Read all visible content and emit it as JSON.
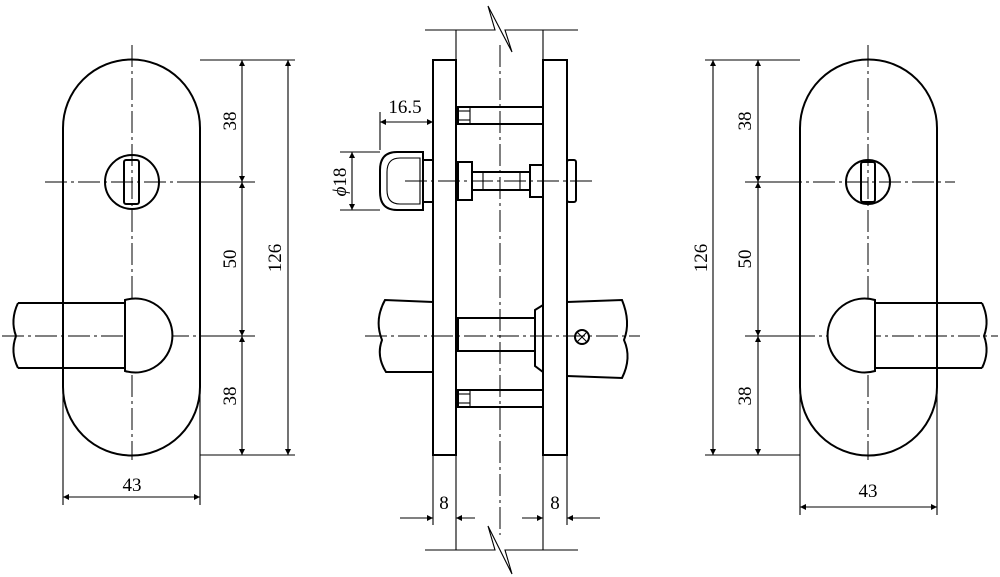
{
  "drawing": {
    "left_view": {
      "dim_width": "43",
      "dim_top": "38",
      "dim_middle": "50",
      "dim_bottom": "38",
      "dim_total": "126"
    },
    "center_view": {
      "dim_rod": "16.5",
      "dim_diameter_symbol": "ϕ",
      "dim_diameter": "18",
      "dim_plate_left": "8",
      "dim_plate_right": "8"
    },
    "right_view": {
      "dim_width": "43",
      "dim_top": "38",
      "dim_middle": "50",
      "dim_bottom": "38",
      "dim_total": "126"
    }
  }
}
